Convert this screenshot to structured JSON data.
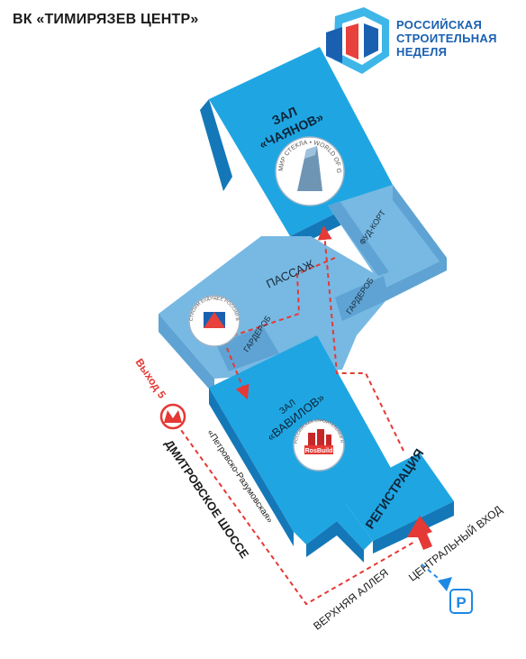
{
  "title": "ВК «ТИМИРЯЗЕВ ЦЕНТР»",
  "logo": {
    "lines": [
      "РОССИЙСКАЯ",
      "СТРОИТЕЛЬНАЯ",
      "НЕДЕЛЯ"
    ],
    "colors": {
      "blue": "#1a60b0",
      "red": "#e8403b",
      "cyan": "#3fb6e8"
    }
  },
  "halls": {
    "chayanov": {
      "line1": "ЗАЛ",
      "line2": "«ЧАЯНОВ»"
    },
    "vavilov": {
      "line1": "ЗАЛ",
      "line2": "«ВАВИЛОВ»"
    }
  },
  "areas": {
    "passage": "ПАССАЖ",
    "food_court": "ФУД-КОРТ",
    "wardrobe_right": "ГАРДЕРОБ",
    "wardrobe_left": "ГАРДЕРОБ",
    "registration": "РЕГИСТРАЦИЯ"
  },
  "badges": {
    "world_of_glass": {
      "text": "МИР СТЕКЛА • WORLD OF GLASS"
    },
    "stroim_budushchee": {
      "text": "СТРОИМ БУДУЩЕЕ РОССИИ ВМЕСТЕ"
    },
    "rosbuild": {
      "brand": "RosBuild",
      "text": "РОССИЙСКАЯ СТРОИТЕЛЬНАЯ НЕДЕЛЯ"
    }
  },
  "metro": {
    "exit": "Выход 5",
    "station": "«Петровско-Разумовская»",
    "icon": "metro-m-icon"
  },
  "streets": {
    "dmitrovskoe": "ДМИТРОВСКОЕ ШОССЕ",
    "upper_alley": "ВЕРХНЯЯ АЛЛЕЯ"
  },
  "entrance": {
    "main": "ЦЕНТРАЛЬНЫЙ ВХОД"
  },
  "parking": {
    "label": "P",
    "icon": "parking-icon"
  },
  "colors": {
    "hall": "#1fa6e2",
    "hall_side": "#1478b8",
    "connector": "#77b9e3",
    "connector_dark": "#5ea3d3",
    "route": "#e53935",
    "entrance_arrow": "#e53935",
    "parking_arrow": "#1e88e5"
  }
}
